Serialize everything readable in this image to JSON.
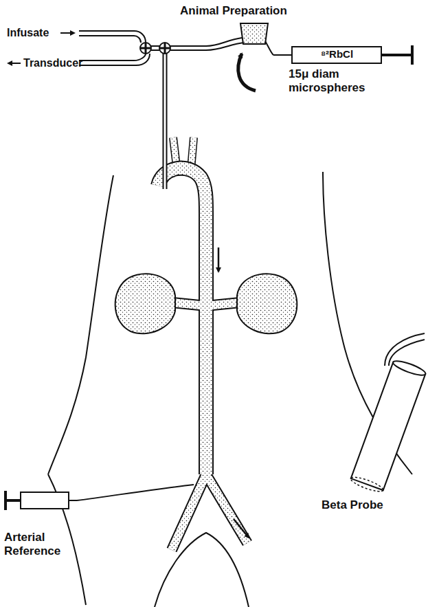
{
  "diagram": {
    "title": "Animal Preparation",
    "labels": [
      "Infusate",
      "Transducer",
      "⁸²RbCl",
      "15μ diam microspheres",
      "Beta Probe",
      "Arterial Reference"
    ]
  }
}
